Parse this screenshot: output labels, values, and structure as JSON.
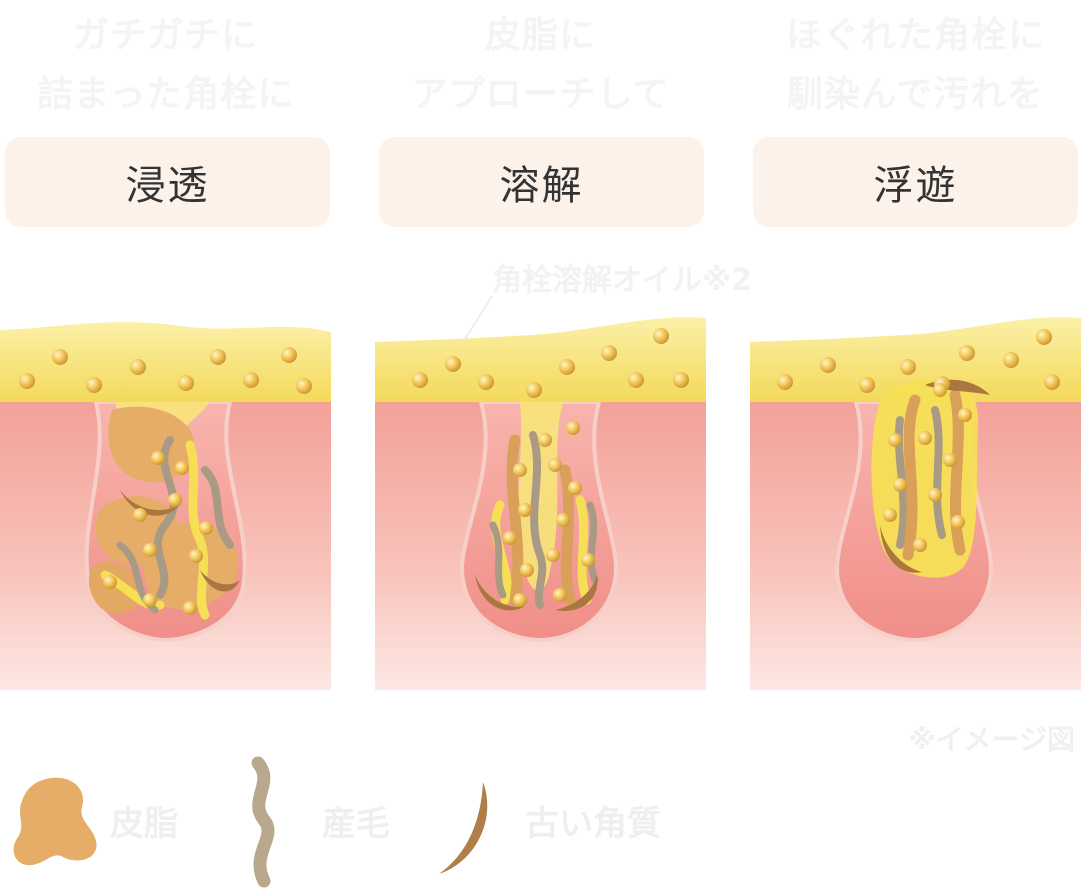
{
  "captions": [
    {
      "line1": "ガチガチに",
      "line2": "詰まった角栓に"
    },
    {
      "line1": "皮脂に",
      "line2": "アプローチして"
    },
    {
      "line1": "ほぐれた角栓に",
      "line2": "馴染んで汚れを"
    }
  ],
  "steps": [
    "浸透",
    "溶解",
    "浮遊"
  ],
  "callout_label": "角栓溶解オイル※2",
  "note": "※イメージ図",
  "legend": [
    {
      "label": "皮脂",
      "icon": "sebum-icon"
    },
    {
      "label": "産毛",
      "icon": "vellus-hair-icon"
    },
    {
      "label": "古い角質",
      "icon": "old-keratin-icon"
    }
  ],
  "colors": {
    "oil": "#f7e36a",
    "skin": "#f6aaa2",
    "sebum": "#e5ad67",
    "hair": "#b8a88c",
    "keratin": "#b07e48",
    "step_bg": "#fcf2ea"
  }
}
